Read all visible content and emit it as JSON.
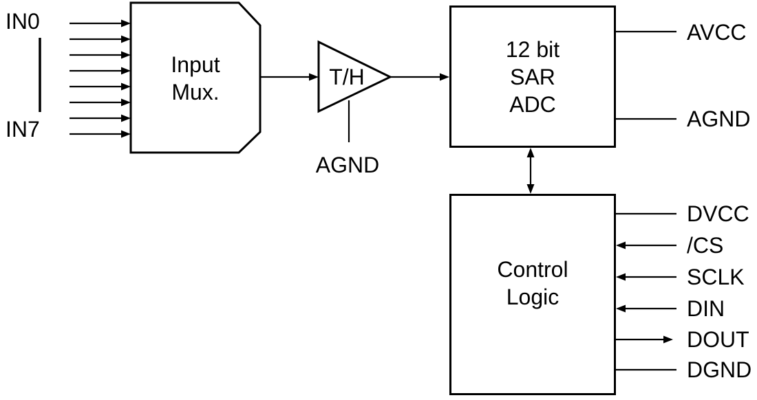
{
  "colors": {
    "background": "#ffffff",
    "line": "#000000",
    "text": "#000000"
  },
  "input_channels": {
    "first_label": "IN0",
    "last_label": "IN7",
    "count": 8
  },
  "blocks": {
    "input_mux": {
      "line1": "Input",
      "line2": "Mux."
    },
    "track_hold": {
      "label": "T/H",
      "ground_label": "AGND"
    },
    "sar_adc": {
      "line1": "12 bit",
      "line2": "SAR",
      "line3": "ADC"
    },
    "control_logic": {
      "line1": "Control",
      "line2": "Logic"
    }
  },
  "adc_pins": [
    {
      "label": "AVCC",
      "direction": "none"
    },
    {
      "label": "AGND",
      "direction": "none"
    }
  ],
  "control_pins": [
    {
      "label": "DVCC",
      "direction": "none"
    },
    {
      "label": "/CS",
      "direction": "in"
    },
    {
      "label": "SCLK",
      "direction": "in"
    },
    {
      "label": "DIN",
      "direction": "in"
    },
    {
      "label": "DOUT",
      "direction": "out"
    },
    {
      "label": "DGND",
      "direction": "none"
    }
  ]
}
